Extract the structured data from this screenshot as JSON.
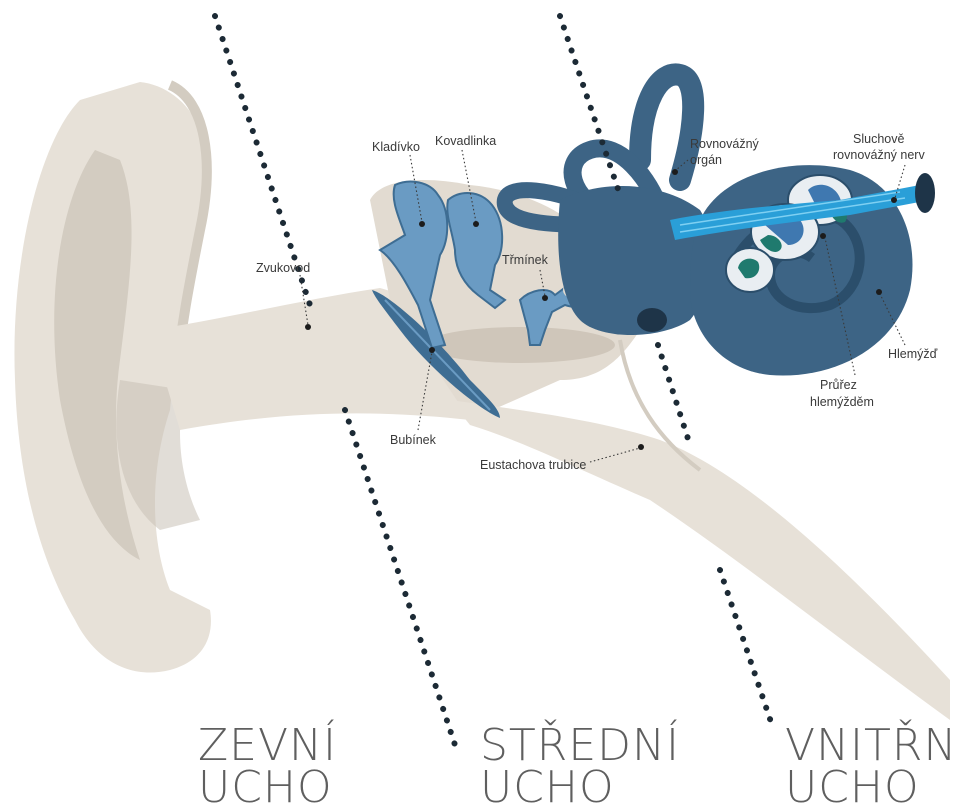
{
  "labels": {
    "zvukovod": "Zvukovod",
    "kladivko": "Kladívko",
    "kovadlinka": "Kovadlinka",
    "trminek": "Třmínek",
    "bubinek": "Bubínek",
    "eustachova": "Eustachova trubice",
    "rovnovazny_line1": "Rovnovážný",
    "rovnovazny_line2": "orgán",
    "nerv_line1": "Sluchově",
    "nerv_line2": "rovnovážný nerv",
    "hlemyzd": "Hlemýžď",
    "prurez_line1": "Průřez",
    "prurez_line2": "hlemýžděm"
  },
  "sections": {
    "zevni_line1": "ZEVNÍ",
    "zevni_line2": "UCHO",
    "stredni_line1": "STŘEDNÍ",
    "stredni_line2": "UCHO",
    "vnitrni_line1": "VNITŘNÍ",
    "vnitrni_line2": "UCHO"
  },
  "colors": {
    "skin": "#e7e1d8",
    "skin_dark": "#d3ccc1",
    "skin_shadow": "#b9b1a6",
    "bone_light": "#6a9bc3",
    "bone_dark": "#3e6d93",
    "inner_ear": "#3d6485",
    "inner_ear_dark": "#2b4e6b",
    "nerve": "#2a9fd8",
    "cochlea_accent": "#1f7a6e",
    "separator_dots": "#1c2a35"
  }
}
